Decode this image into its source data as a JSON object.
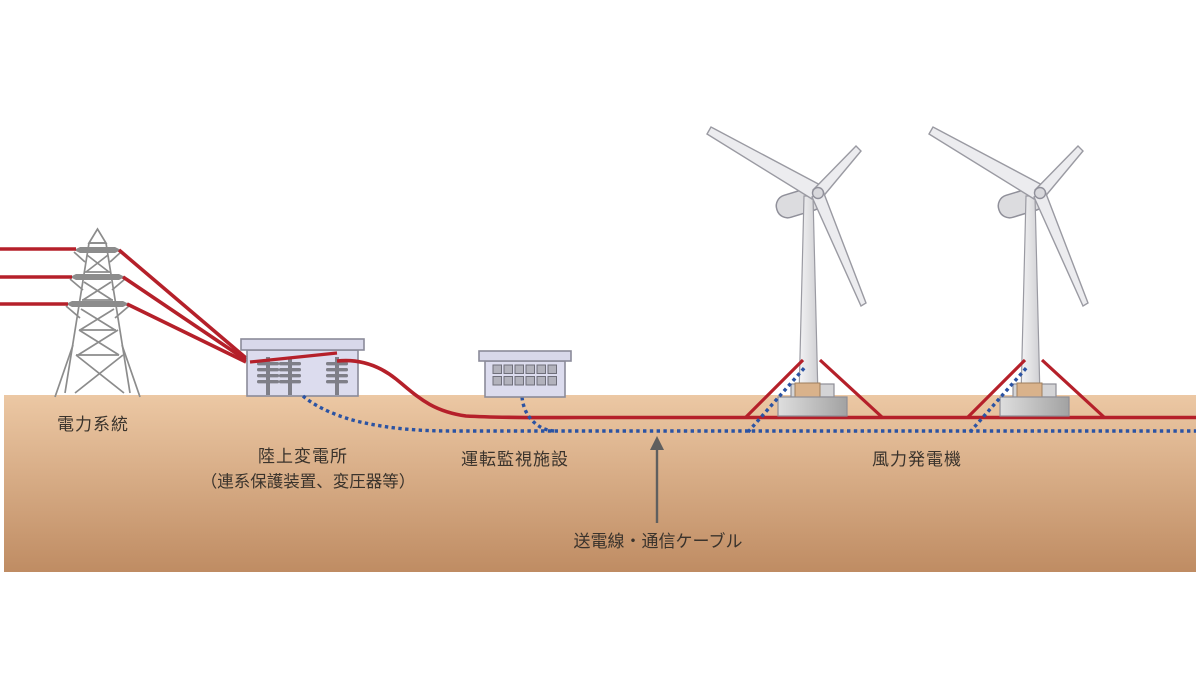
{
  "diagram": {
    "title": "wind-farm-grid-connection-diagram",
    "labels": {
      "power_grid": "電力系統",
      "substation_line1": "陸上変電所",
      "substation_line2": "（連系保護装置、変圧器等）",
      "monitoring_facility": "運転監視施設",
      "cable": "送電線・通信ケーブル",
      "wind_turbine": "風力発電機"
    },
    "components": [
      "power-grid-pylon",
      "overhead-power-lines",
      "onshore-substation",
      "operation-monitoring-facility",
      "buried-transmission-and-communication-cable",
      "wind-turbine-1",
      "wind-turbine-2"
    ],
    "icons": {
      "up_arrow": "annotation arrow pointing up to buried cable"
    },
    "colors": {
      "power_line_red": "#b5202a",
      "comm_cable_blue": "#2b53a3",
      "ground_top": "#ecc8a4",
      "ground_bottom": "#bf8c63",
      "building_fill": "#dcdcee",
      "building_roof": "#d8d8ea",
      "building_outline": "#8b8b99",
      "pylon_gray": "#8c8c8c",
      "turbine_fill": "#ececef",
      "foundation_gray": "#b5b5b5",
      "pedestal_tan": "#d9b28b",
      "arrow_gray": "#5f5f5f",
      "label_text": "#3a332c"
    }
  }
}
